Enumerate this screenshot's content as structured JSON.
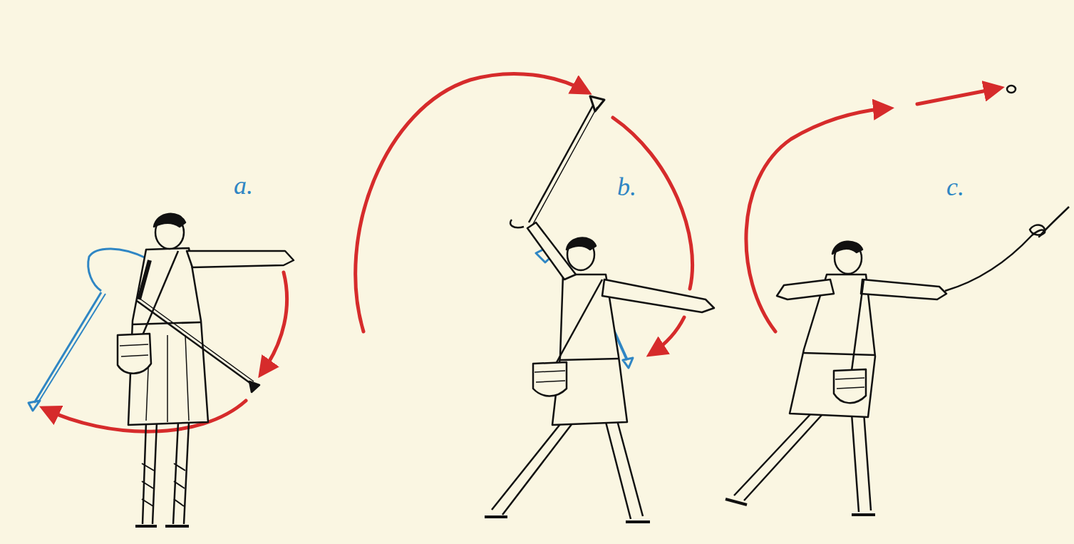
{
  "diagram": {
    "labels": [
      "a.",
      "b.",
      "c."
    ]
  }
}
